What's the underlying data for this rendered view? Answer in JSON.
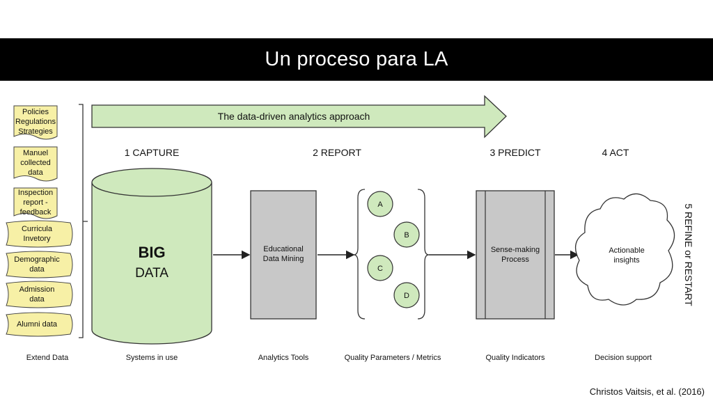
{
  "title": "Un proceso para LA",
  "citation": "Christos Vaitsis, et al. (2016)",
  "colors": {
    "green_fill": "#cfe9bd",
    "gray_fill": "#c8c8c8",
    "yellow_fill": "#f7f0a6",
    "title_bg": "#000000"
  },
  "approach_arrow_label": "The data-driven analytics approach",
  "data_sources": [
    {
      "lines": [
        "Policies",
        "Regulations",
        "Strategies"
      ]
    },
    {
      "lines": [
        "Manuel",
        "collected",
        "data"
      ]
    },
    {
      "lines": [
        "Inspection",
        "report -",
        "feedback"
      ]
    },
    {
      "lines": [
        "Curricula",
        "Invetory"
      ]
    },
    {
      "lines": [
        "Demographic",
        "data"
      ]
    },
    {
      "lines": [
        "Admission",
        "data"
      ]
    },
    {
      "lines": [
        "Alumni data"
      ]
    }
  ],
  "stages": {
    "capture": "1 CAPTURE",
    "report": "2 REPORT",
    "predict": "3 PREDICT",
    "act": "4 ACT",
    "refine": "5 REFINE or RESTART"
  },
  "nodes": {
    "big_data": {
      "line1": "BIG",
      "line2": "DATA"
    },
    "edm": [
      "Educational",
      "Data Mining"
    ],
    "metrics": [
      "A",
      "B",
      "C",
      "D"
    ],
    "sensemaking": [
      "Sense-making",
      "Process"
    ],
    "insights": [
      "Actionable",
      "insights"
    ]
  },
  "bottom_labels": {
    "extend": "Extend Data",
    "systems": "Systems in use",
    "tools": "Analytics Tools",
    "quality_params": "Quality Parameters / Metrics",
    "quality_ind": "Quality Indicators",
    "decision": "Decision support"
  }
}
